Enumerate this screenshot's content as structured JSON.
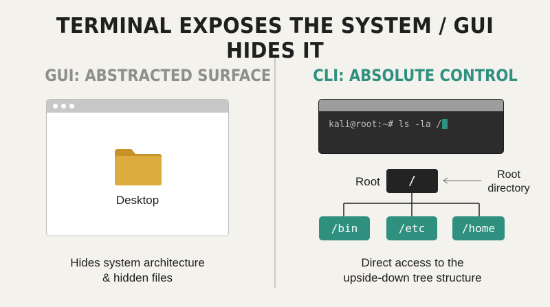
{
  "title": "TERMINAL EXPOSES THE SYSTEM / GUI HIDES IT",
  "gui": {
    "heading": "GUI: ABSTRACTED SURFACE",
    "folder_label": "Desktop",
    "caption_line1": "Hides system architecture",
    "caption_line2": "& hidden files"
  },
  "cli": {
    "heading": "CLI: ABSOLUTE CONTROL",
    "prompt": "kali@root:~# ls -la /",
    "root_node": "/",
    "root_label": "Root",
    "root_dir_line1": "Root",
    "root_dir_line2": "directory",
    "children": [
      "/bin",
      "/etc",
      "/home"
    ],
    "caption_line1": "Direct access to the",
    "caption_line2": "upside-down tree structure"
  },
  "colors": {
    "background": "#f3f2ed",
    "accent": "#2f9080",
    "gui_heading": "#8e8e8e",
    "folder": "#d9a93a",
    "terminal": "#2c2c2c"
  }
}
